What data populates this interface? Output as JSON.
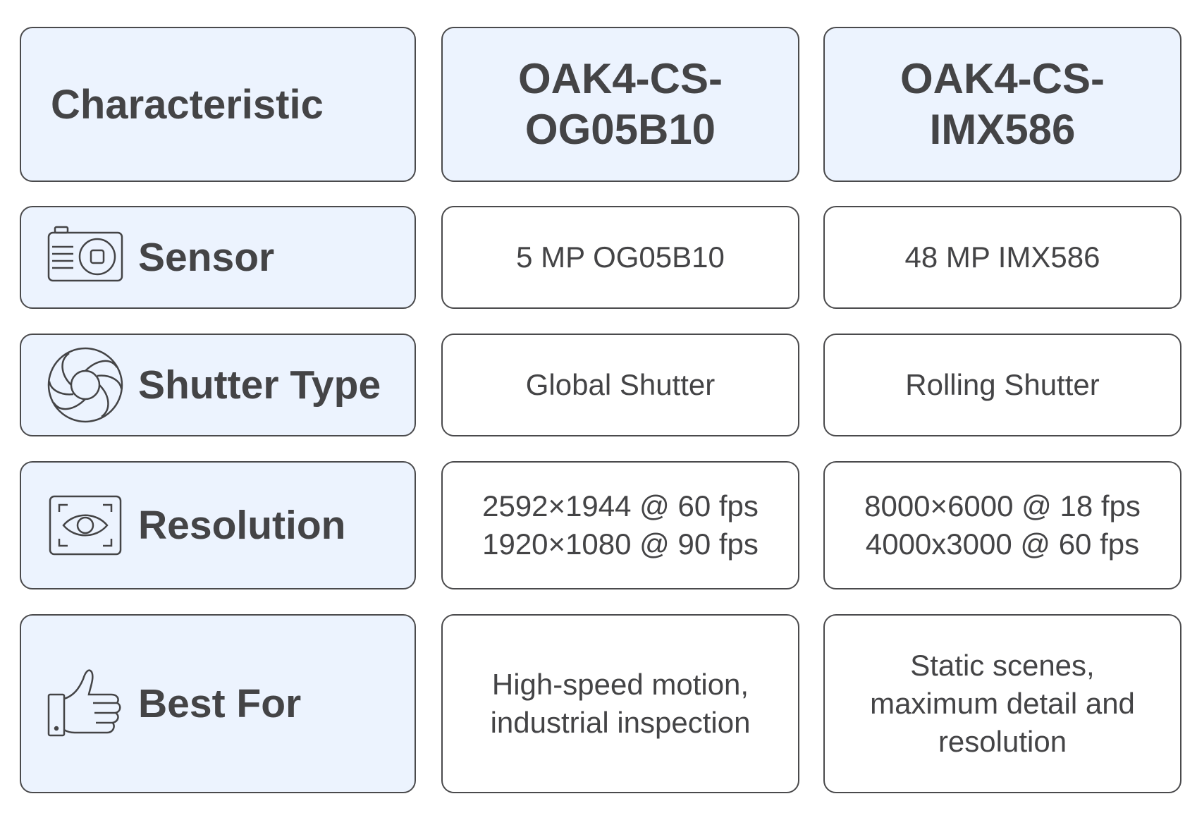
{
  "header": {
    "characteristic": "Characteristic",
    "col1": "OAK4-CS-\nOG05B10",
    "col2": "OAK4-CS-\nIMX586"
  },
  "rows": [
    {
      "label": "Sensor",
      "icon": "camera-icon",
      "col1": "5 MP OG05B10",
      "col2": "48 MP IMX586"
    },
    {
      "label": "Shutter Type",
      "icon": "aperture-icon",
      "col1": "Global Shutter",
      "col2": "Rolling Shutter"
    },
    {
      "label": "Resolution",
      "icon": "eye-focus-icon",
      "col1": "2592×1944 @ 60 fps\n1920×1080 @ 90 fps",
      "col2": "8000×6000 @ 18 fps\n4000x3000 @ 60 fps"
    },
    {
      "label": "Best For",
      "icon": "thumbs-up-icon",
      "col1": "High-speed motion,\nindustrial inspection",
      "col2": "Static scenes,\nmaximum detail and\nresolution"
    }
  ],
  "colors": {
    "header_fill": "#ecf3fe",
    "border": "#4a4a4c",
    "text": "#444446"
  }
}
